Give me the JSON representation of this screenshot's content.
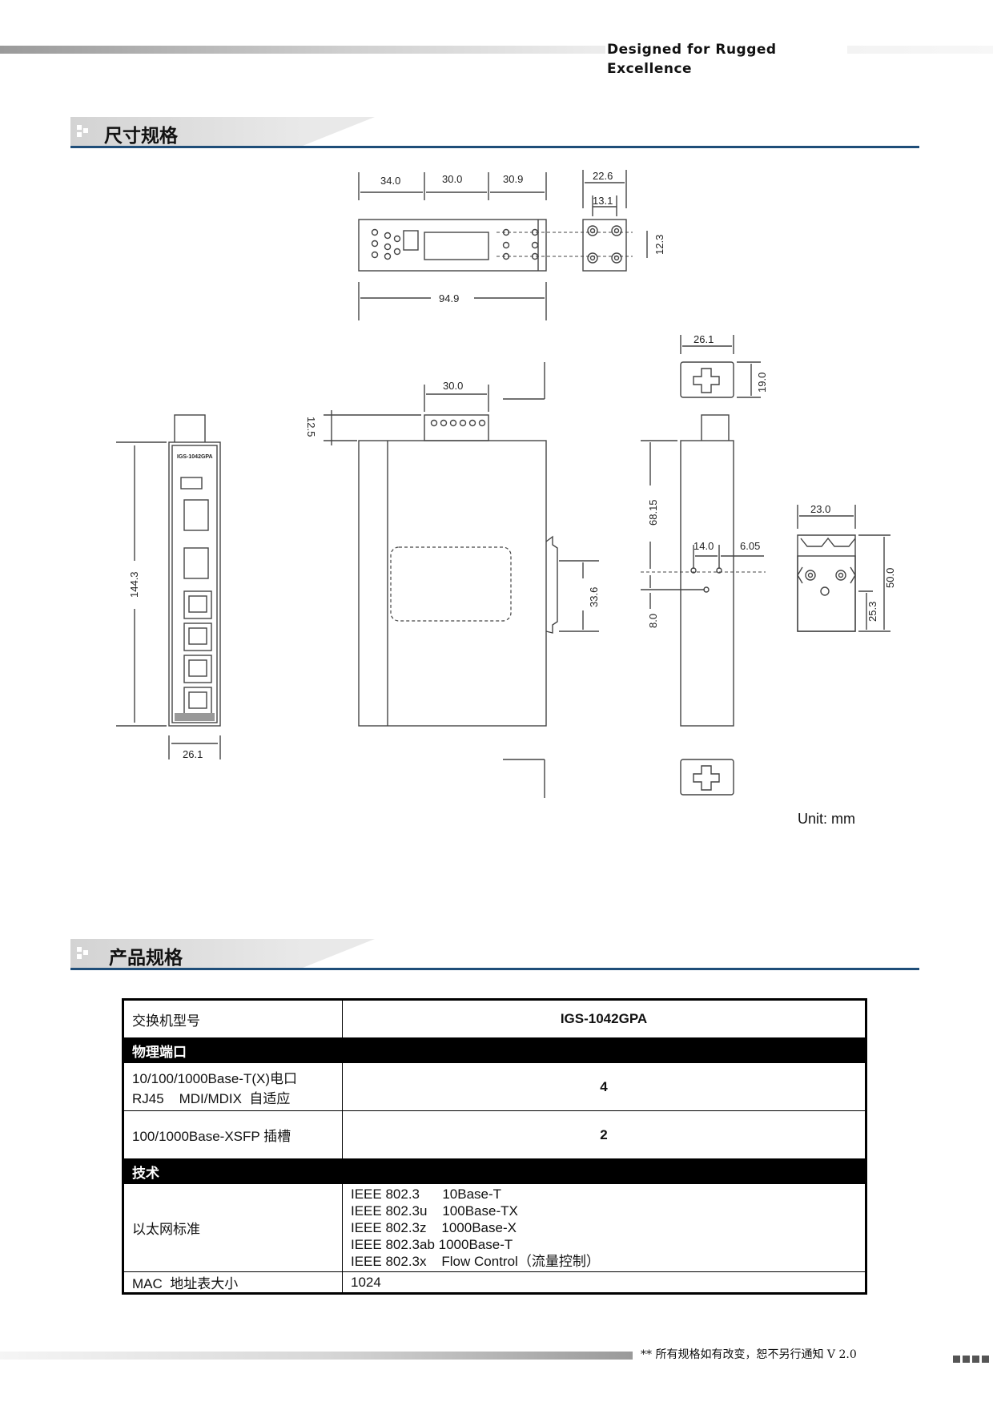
{
  "header": {
    "tagline": "Designed for Rugged Excellence"
  },
  "dimensions_section": {
    "title": "尺寸规格",
    "unit_label": "Unit:  mm",
    "top_view": {
      "dims": [
        "34.0",
        "30.0",
        "30.9",
        "22.6",
        "13.1",
        "12.3",
        "94.9"
      ]
    },
    "front_view": {
      "model": "IGS-1042GPA",
      "height": "144.3",
      "width": "26.1"
    },
    "side_view": {
      "dims": [
        "30.0",
        "12.5",
        "33.6"
      ]
    },
    "right_view": {
      "dims": [
        "26.1",
        "19.0",
        "68.15",
        "14.0",
        "6.05",
        "8.0"
      ]
    },
    "din_clip": {
      "dims": [
        "23.0",
        "50.0",
        "25.3"
      ]
    }
  },
  "product_section": {
    "title": "产品规格",
    "table": {
      "header": {
        "label": "交换机型号",
        "value": "IGS-1042GPA"
      },
      "sections": [
        {
          "title": "物理端口"
        },
        {
          "title": "技术"
        }
      ],
      "rows": [
        {
          "label_line1": "10/100/1000Base-T(X)电口",
          "label_line2": "RJ45    MDI/MDIX  自适应",
          "value": "4"
        },
        {
          "label": "100/1000Base-XSFP 插槽",
          "value": "2"
        },
        {
          "label": "以太网标准",
          "lines": [
            "IEEE 802.3      10Base-T",
            "IEEE 802.3u    100Base-TX",
            "IEEE 802.3z    1000Base-X",
            "IEEE 802.3ab 1000Base-T",
            "IEEE 802.3x    Flow Control（流量控制）"
          ]
        },
        {
          "label": "MAC  地址表大小",
          "value": "1024"
        }
      ]
    }
  },
  "footer": {
    "note": "** 所有规格如有改变，恕不另行通知  V 2.0"
  }
}
